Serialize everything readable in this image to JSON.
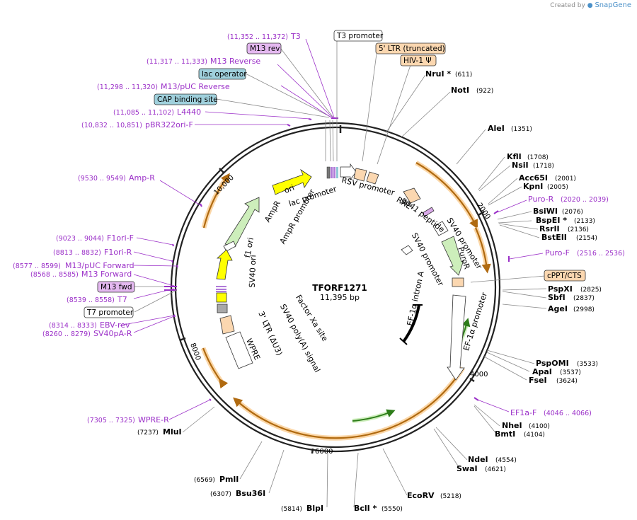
{
  "credit": {
    "prefix": "Created by",
    "brand": "SnapGene"
  },
  "plasmid": {
    "name": "TFORF1271",
    "size": "11,395 bp"
  },
  "ticks": [
    "2000",
    "4000",
    "6000",
    "8000",
    "10,000"
  ],
  "top_labels": {
    "t3_range": "(11,352 .. 11,372)",
    "t3_name": "T3",
    "m13rev_box": "M13 rev",
    "m13reverse_range": "(11,317 .. 11,333)",
    "m13reverse_name": "M13 Reverse",
    "lacop_box": "lac operator",
    "m13puc_range": "(11,298 .. 11,320)",
    "m13puc_name": "M13/pUC Reverse",
    "cap_box": "CAP binding site",
    "l4440_range": "(11,085 .. 11,102)",
    "l4440_name": "L4440",
    "pbr_range": "(10,832 .. 10,851)",
    "pbr_name": "pBR322ori-F",
    "t3prom_box": "T3 promoter",
    "ltr5_box": "5' LTR (truncated)",
    "hiv_box": "HIV-1 Ψ"
  },
  "right_labels": {
    "nrui": "NruI *",
    "nrui_pos": "(611)",
    "noti": "NotI",
    "noti_pos": "(922)",
    "alei": "AleI",
    "alei_pos": "(1351)",
    "kfli": "KflI",
    "kfli_pos": "(1708)",
    "nsii": "NsiI",
    "nsii_pos": "(1718)",
    "acc65i": "Acc65I",
    "acc65i_pos": "(2001)",
    "kpni": "KpnI",
    "kpni_pos": "(2005)",
    "puror_name": "Puro-R",
    "puror_range": "(2020 .. 2039)",
    "bswi": "BsiWI",
    "bswi_pos": "(2076)",
    "bspei": "BspEI *",
    "bspei_pos": "(2133)",
    "rsrii": "RsrII",
    "rsrii_pos": "(2136)",
    "bsteii": "BstEII",
    "bsteii_pos": "(2154)",
    "purof_name": "Puro-F",
    "purof_range": "(2516 .. 2536)",
    "cppt_box": "cPPT/CTS",
    "pspxi": "PspXI",
    "pspxi_pos": "(2825)",
    "sbfi": "SbfI",
    "sbfi_pos": "(2837)",
    "agei": "AgeI",
    "agei_pos": "(2998)",
    "pspomi": "PspOMI",
    "pspomi_pos": "(3533)",
    "apai": "ApaI",
    "apai_pos": "(3537)",
    "fsei": "FseI",
    "fsei_pos": "(3624)",
    "ef1af_name": "EF1a-F",
    "ef1af_range": "(4046 .. 4066)",
    "nhei": "NheI",
    "nhei_pos": "(4100)",
    "bmti": "BmtI",
    "bmti_pos": "(4104)",
    "ndei": "NdeI",
    "ndei_pos": "(4554)",
    "swai": "SwaI",
    "swai_pos": "(4621)"
  },
  "bottom_labels": {
    "ecorv": "EcoRV",
    "ecorv_pos": "(5218)",
    "bcli": "BclI *",
    "bcli_pos": "(5550)",
    "blpi": "BlpI",
    "blpi_pos": "(5814)",
    "bsu36i": "Bsu36I",
    "bsu36i_pos": "(6307)",
    "pmli": "PmlI",
    "pmli_pos": "(6569)",
    "mlui": "MluI",
    "mlui_pos": "(7237)"
  },
  "left_labels": {
    "ampr_range": "(9530 .. 9549)",
    "ampr_name": "Amp-R",
    "f1orif_range": "(9023 .. 9044)",
    "f1orif_name": "F1ori-F",
    "f1orir_range": "(8813 .. 8832)",
    "f1orir_name": "F1ori-R",
    "m13pucf_range": "(8577 .. 8599)",
    "m13pucf_name": "M13/pUC Forward",
    "m13f_range": "(8568 .. 8585)",
    "m13f_name": "M13 Forward",
    "m13fwd_box": "M13 fwd",
    "t7_range": "(8539 .. 8558)",
    "t7_name": "T7",
    "t7prom_box": "T7 promoter",
    "ebv_range": "(8314 .. 8333)",
    "ebv_name": "EBV-rev",
    "sv40pa_range": "(8260 .. 8279)",
    "sv40pa_name": "SV40pA-R",
    "wpre_range": "(7305 .. 7325)",
    "wpre_name": "WPRE-R"
  },
  "inner_features": {
    "ori": "ori",
    "lac_promoter": "lac promoter",
    "rsv_promoter": "RSV promoter",
    "rre": "RRE",
    "gp41": "gp41 peptide",
    "sv40_promoter_a": "SV40 promoter",
    "puror": "PuroR",
    "sv40_promoter_b": "SV40 promoter",
    "ef1a_promoter": "EF-1α promoter",
    "ef1a_intron": "EF-1α intron A",
    "ampr": "AmpR",
    "ampr_promoter": "AmpR promoter",
    "f1_ori": "f1 ori",
    "sv40_ori": "SV40 ori",
    "factor_xa": "Factor Xa site",
    "sv40_polya": "SV40 poly(A) signal",
    "ltr3": "3' LTR (ΔU3)",
    "wpre": "WPRE"
  }
}
